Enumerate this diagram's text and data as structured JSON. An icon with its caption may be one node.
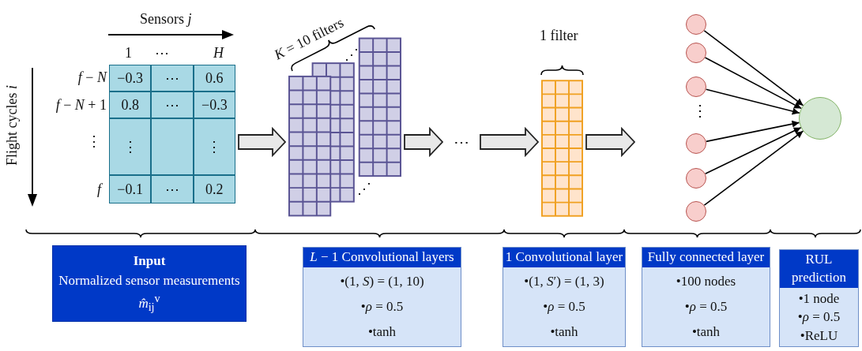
{
  "diagram": {
    "nodes": [
      {
        "text": [
          "−0.3",
          "⋯",
          "0.6",
          "0.8",
          "⋯",
          "−0.3",
          "⋮",
          "⋮",
          "−0.1",
          "⋯",
          "0.2"
        ]
      },
      {
        "text": [],
        "shape": "picture"
      },
      {
        "text": [
          "⋯"
        ]
      },
      {
        "text": [],
        "shape": "picture"
      },
      {
        "text": [],
        "shape": "circle"
      },
      {
        "text": [],
        "shape": "circle"
      },
      {
        "text": [],
        "shape": "circle"
      },
      {
        "text": [],
        "shape": "circle"
      },
      {
        "text": [],
        "shape": "circle"
      },
      {
        "text": [],
        "shape": "circle"
      },
      {
        "text": [],
        "shape": "circle"
      },
      {
        "text": [
          "Input",
          "Normalized sensor measurements *m̂*$_{ij}$$^{v}$"
        ]
      },
      {
        "text": [
          "*L* − 1 Convolutional layers",
          "•(1, *S*) = (1, 10)",
          "•*ρ* = 0.5",
          "•tanh"
        ]
      },
      {
        "text": [
          "1 Convolutional layer",
          "•(1, *S*′) = (1, 3)",
          "•*ρ* = 0.5",
          "•tanh"
        ]
      },
      {
        "text": [
          "Fully connected layer",
          "•100 nodes",
          "•*ρ* = 0.5",
          "•tanh"
        ]
      },
      {
        "text": [
          "RUL prediction",
          "•1 node",
          "•*ρ* = 0.5",
          "•ReLU"
        ]
      }
    ],
    "edges": [
      {
        "from": 0,
        "to": 1,
        "arrow": "to",
        "style": "thick"
      },
      {
        "from": 1,
        "to": 2,
        "arrow": "to",
        "style": "thick"
      },
      {
        "from": 2,
        "to": 3,
        "arrow": "to",
        "style": "thick"
      },
      {
        "from": 3,
        "to": null,
        "arrow": "to",
        "style": "thick"
      },
      {
        "from": 4,
        "to": 10,
        "arrow": "to"
      },
      {
        "from": 5,
        "to": 10,
        "arrow": "to"
      },
      {
        "from": 6,
        "to": 10,
        "arrow": "to"
      },
      {
        "from": 7,
        "to": 10,
        "arrow": "to"
      },
      {
        "from": 8,
        "to": 10,
        "arrow": "to"
      },
      {
        "from": 9,
        "to": 10,
        "arrow": "to"
      }
    ],
    "labels": [
      "Sensors *j*",
      "1",
      "⋯",
      "*H*",
      "*f* − *N*",
      "*f* − *N* + 1",
      "⋮",
      "*f*",
      "Flight cycles *i*",
      "*K* = 10 filters",
      "⋰",
      "⋰",
      "1 filter",
      "⋮"
    ]
  }
}
